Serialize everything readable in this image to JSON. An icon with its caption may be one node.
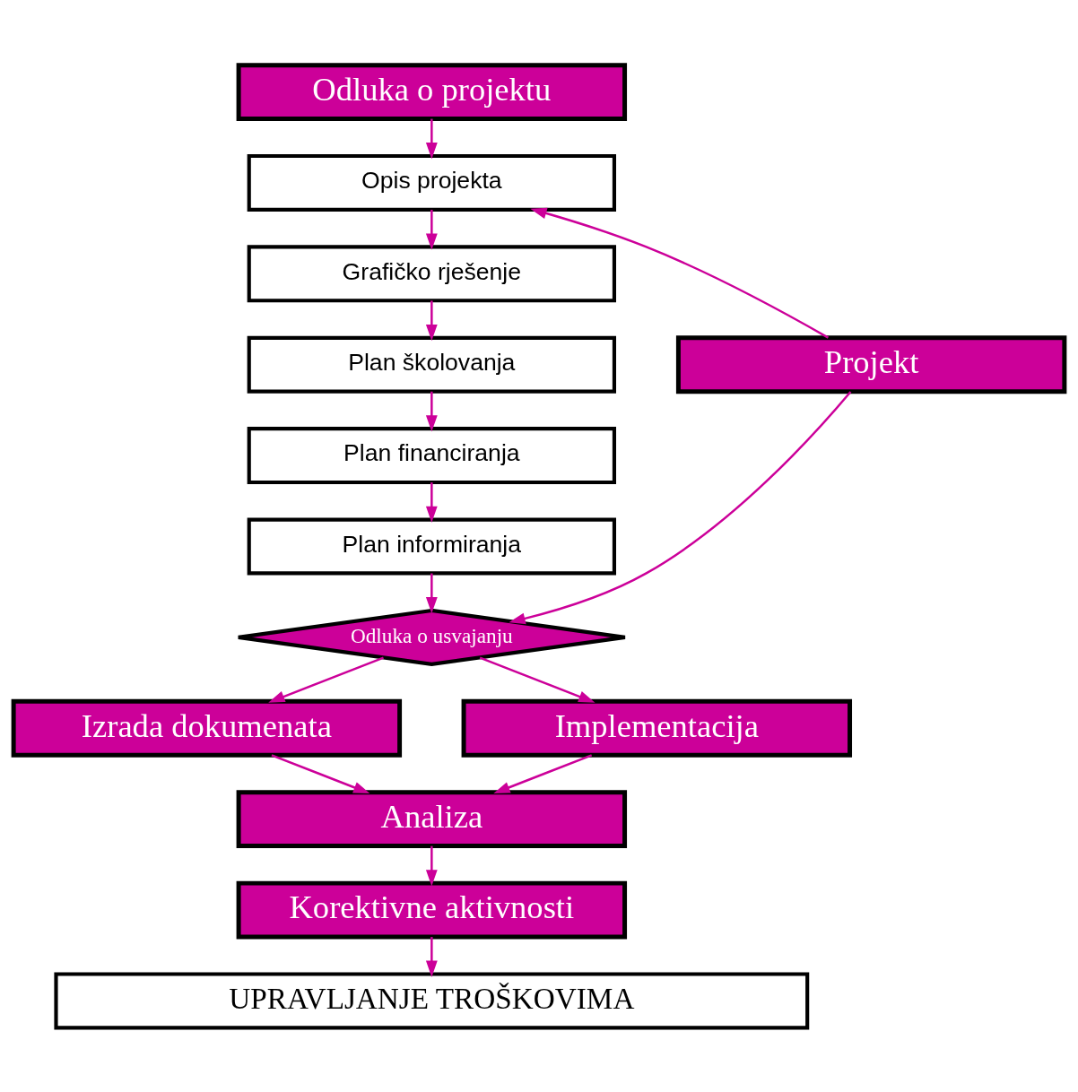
{
  "diagram": {
    "nodes": [
      {
        "text": [
          "Odluka o projektu"
        ]
      },
      {
        "text": [
          "Opis projekta"
        ]
      },
      {
        "text": [
          "Grafičko rješenje"
        ]
      },
      {
        "text": [
          "Plan školovanja"
        ]
      },
      {
        "text": [
          "Plan financiranja"
        ]
      },
      {
        "text": [
          "Plan informiranja"
        ]
      },
      {
        "text": [
          "Projekt"
        ]
      },
      {
        "text": [
          "Odluka o usvajanju"
        ]
      },
      {
        "text": [
          "Izrada dokumenata"
        ]
      },
      {
        "text": [
          "Implementacija"
        ]
      },
      {
        "text": [
          "Analiza"
        ]
      },
      {
        "text": [
          "Korektivne aktivnosti"
        ]
      },
      {
        "text": [
          "UPRAVLJANJE TROŠKOVIMA"
        ]
      }
    ],
    "edges": [
      {
        "from": 0,
        "to": 1,
        "arrow": "to"
      },
      {
        "from": 6,
        "to": 1,
        "arrow": "to"
      },
      {
        "from": 1,
        "to": 2,
        "arrow": "to"
      },
      {
        "from": 2,
        "to": 3,
        "arrow": "to"
      },
      {
        "from": 3,
        "to": 4,
        "arrow": "to"
      },
      {
        "from": 4,
        "to": 5,
        "arrow": "to"
      },
      {
        "from": 6,
        "to": 7,
        "arrow": "to"
      },
      {
        "from": 5,
        "to": 7,
        "arrow": "to"
      },
      {
        "from": 7,
        "to": 8,
        "arrow": "to"
      },
      {
        "from": 7,
        "to": 9,
        "arrow": "to"
      },
      {
        "from": 8,
        "to": 10,
        "arrow": "to"
      },
      {
        "from": 9,
        "to": 10,
        "arrow": "to"
      },
      {
        "from": 10,
        "to": 11,
        "arrow": "to"
      },
      {
        "from": 11,
        "to": 12,
        "arrow": "to"
      }
    ]
  }
}
